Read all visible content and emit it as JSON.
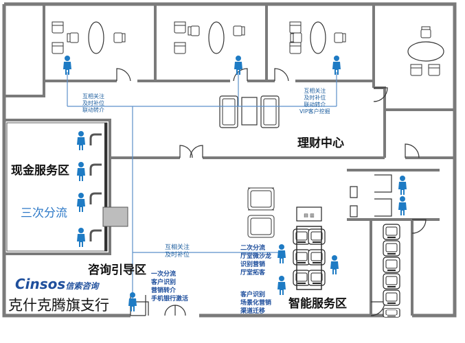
{
  "zones": {
    "wealth_center": "理财中心",
    "cash_service": "现金服务区",
    "third_diversion": "三次分流",
    "consult_guide": "咨询引导区",
    "smart_service": "智能服务区"
  },
  "notes": {
    "left_upper": [
      "互相关注",
      "及时补位",
      "联动转介"
    ],
    "right_upper": [
      "互相关注",
      "及时补位",
      "联动转介",
      "VIP客户挖掘"
    ],
    "lobby": [
      "互相关注",
      "及时补位"
    ],
    "first_diversion": [
      "一次分流",
      "客户识别",
      "营销转介",
      "手机银行激活"
    ],
    "second_diversion": [
      "二次分流",
      "厅堂微沙龙",
      "识别营销",
      "厅堂拓客"
    ],
    "scene_marketing": [
      "客户识别",
      "场景化营销",
      "渠道迁移"
    ]
  },
  "brand": {
    "name": "Cinsos",
    "name_cn": "信索咨询"
  },
  "branch_name": "克什克腾旗支行",
  "colors": {
    "person": "#1e7bc4",
    "wall": "#7a7a7a",
    "flow_line": "#5b8fc9",
    "brand": "#1f4f9c"
  }
}
